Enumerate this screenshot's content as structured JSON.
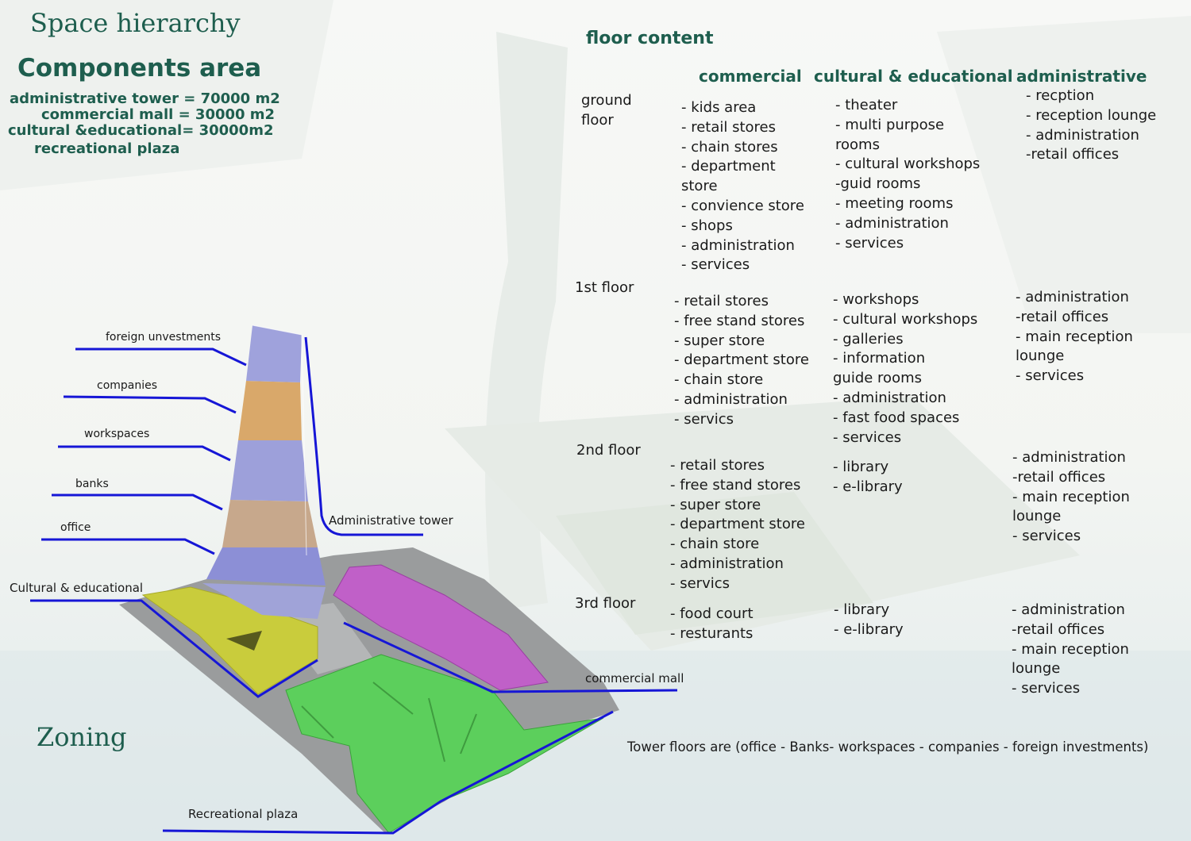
{
  "header": {
    "space_hierarchy": "Space hierarchy",
    "components_area": "Components area",
    "areas": [
      "administrative tower = 70000 m2",
      "commercial mall = 30000 m2",
      "cultural &educational= 30000m2",
      "recreational plaza"
    ]
  },
  "zoning_title": "Zoning",
  "floor_content": {
    "title": "floor content",
    "columns": [
      "commercial",
      "cultural & educational",
      "administrative"
    ],
    "floors": [
      {
        "label": "ground\nfloor",
        "commercial": "- kids area\n- retail stores\n- chain stores\n- department\nstore\n- convience store\n- shops\n- administration\n- services",
        "cultural": "- theater\n- multi purpose\nrooms\n- cultural workshops\n-guid rooms\n- meeting rooms\n- administration\n- services",
        "administrative": "- recption\n- reception lounge\n- administration\n-retail offices"
      },
      {
        "label": "1st floor",
        "commercial": "- retail stores\n- free stand stores\n- super store\n- department store\n- chain store\n- administration\n- servics",
        "cultural": "- workshops\n- cultural workshops\n- galleries\n- information\nguide rooms\n- administration\n- fast food spaces\n- services",
        "administrative": "- administration\n-retail offices\n- main reception\nlounge\n- services"
      },
      {
        "label": "2nd floor",
        "commercial": "- retail stores\n- free stand stores\n- super store\n- department store\n- chain store\n- administration\n- servics",
        "cultural": "- library\n- e-library",
        "administrative": "- administration\n-retail offices\n- main reception\nlounge\n- services"
      },
      {
        "label": "3rd floor",
        "commercial": "- food court\n- resturants",
        "cultural": "- library\n- e-library",
        "administrative": "- administration\n-retail offices\n- main reception\nlounge\n- services"
      }
    ]
  },
  "tower_note": "Tower floors are (office - Banks- workspaces - companies - foreign investments)",
  "diagram_labels": {
    "foreign": "foreign unvestments",
    "companies": "companies",
    "workspaces": "workspaces",
    "banks": "banks",
    "office": "office",
    "admin_tower": "Administrative tower",
    "cultural": "Cultural & educational",
    "commercial": "commercial mall",
    "recreational": "Recreational plaza"
  },
  "colors": {
    "heading_green": "#1e5e4e",
    "leader_blue": "#1616d6",
    "tower_blue": "#8c8fd6",
    "tower_orange": "#d9a86a",
    "cultural_yellow": "#c9cc3c",
    "commercial_purple": "#c060c8",
    "plaza_green": "#5ccf5c",
    "site_gray": "#9a9c9d"
  }
}
